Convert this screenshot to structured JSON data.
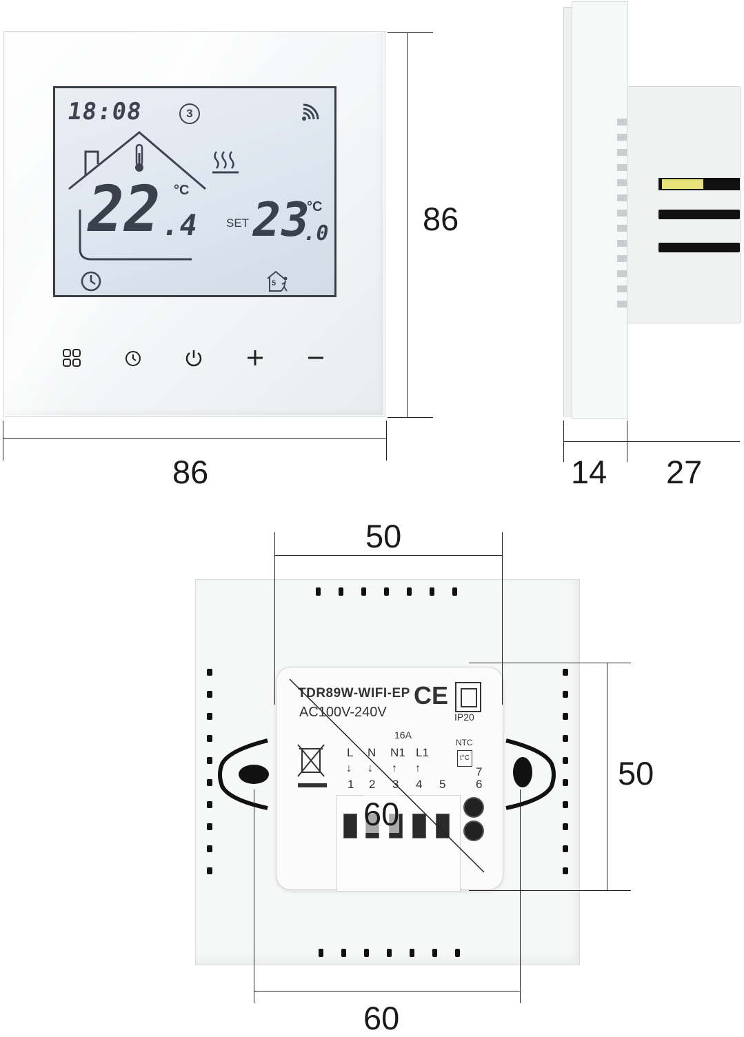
{
  "front_view": {
    "lcd": {
      "clock": "18:08",
      "program_number": "3",
      "current_temp_int": "22",
      "current_temp_dec": ".4",
      "current_unit": "°C",
      "set_label": "SET",
      "set_temp_int": "23",
      "set_temp_dec": ".0",
      "set_unit": "°C",
      "away_counter": "5"
    },
    "buttons": [
      {
        "name": "menu",
        "icon": "grid-icon",
        "glyph": "⊞"
      },
      {
        "name": "clock",
        "icon": "clock-icon",
        "glyph": "◷"
      },
      {
        "name": "power",
        "icon": "power-icon",
        "glyph": "⏻"
      },
      {
        "name": "plus",
        "icon": "plus-icon",
        "glyph": "+"
      },
      {
        "name": "minus",
        "icon": "minus-icon",
        "glyph": "−"
      }
    ]
  },
  "back_view": {
    "model": "TDR89W-WIFI-EP",
    "voltage": "AC100V-240V",
    "ce_mark": "CE",
    "ip_rating": "IP20",
    "current_rating": "16A",
    "ntc_label": "NTC",
    "ntc_symbol": "t°C",
    "terminal_labels": [
      "L",
      "N",
      "N1",
      "L1"
    ],
    "terminal_numbers": [
      "1",
      "2",
      "3",
      "4",
      "5",
      "6",
      "7"
    ]
  },
  "dimensions": {
    "front_width": "86",
    "front_height": "86",
    "side_front_depth": "14",
    "side_back_depth": "27",
    "box_width": "50",
    "box_height": "50",
    "diagonal": "60",
    "plate_hole_spacing": "60"
  },
  "colors": {
    "lcd_background": "#dde5ee",
    "lcd_segments": "#3a404c",
    "plate": "#f6f7f7"
  }
}
